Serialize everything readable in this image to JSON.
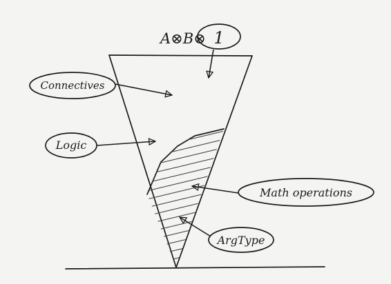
{
  "diagram": {
    "formula": {
      "left": "A⊗B⊗",
      "circled": "1"
    },
    "labels": {
      "connectives": "Connectives",
      "logic": "Logic",
      "math_operations": "Math operations",
      "argtype": "ArgType"
    },
    "colors": {
      "ink": "#1a1a1a",
      "paper": "#f4f4f2",
      "hatch": "#444444"
    }
  }
}
